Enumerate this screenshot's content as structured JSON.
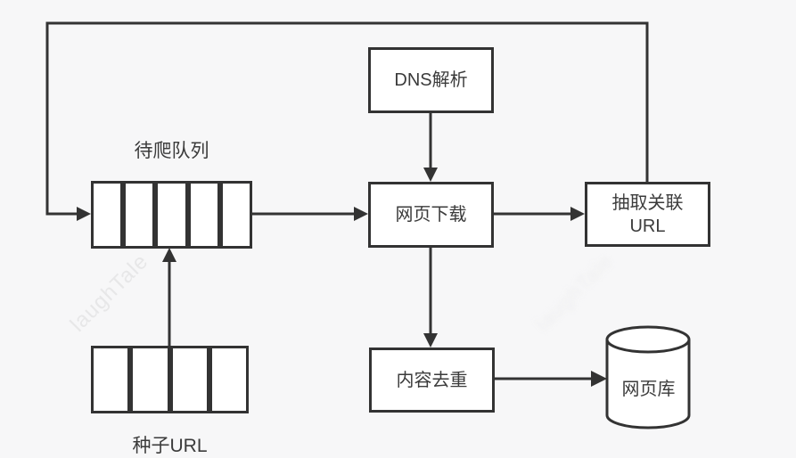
{
  "colors": {
    "background": "#f7f7f8",
    "stroke": "#333333",
    "node_fill": "#ffffff",
    "text": "#3b3b3b",
    "watermark": "#e7e7e8"
  },
  "nodes": {
    "dns": {
      "label": "DNS解析"
    },
    "download": {
      "label": "网页下载"
    },
    "extract": {
      "label": "抽取关联\nURL"
    },
    "dedup": {
      "label": "内容去重"
    },
    "store": {
      "label": "网页库"
    }
  },
  "queues": {
    "crawl": {
      "label": "待爬队列",
      "cells": 5
    },
    "seed": {
      "label": "种子URL",
      "cells": 4
    }
  },
  "watermark": {
    "text": "laughTale"
  }
}
